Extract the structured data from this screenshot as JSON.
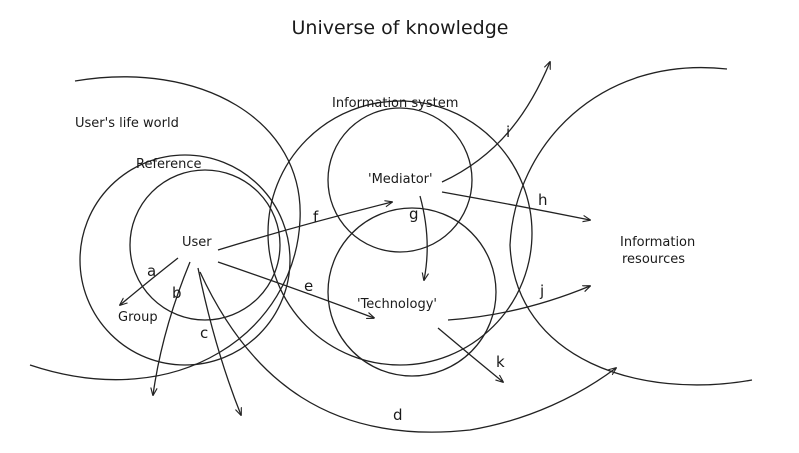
{
  "title": "Universe of knowledge",
  "regions": {
    "life_world": "User's life world",
    "reference": "Reference",
    "user": "User",
    "group": "Group",
    "information_system": "Information system",
    "mediator": "'Mediator'",
    "technology": "'Technology'",
    "information_resources": [
      "Information",
      "resources"
    ]
  },
  "relations": {
    "a": "a",
    "b": "b",
    "c": "c",
    "d": "d",
    "e": "e",
    "f": "f",
    "g": "g",
    "h": "h",
    "i": "i",
    "j": "j",
    "k": "k"
  },
  "colors": {
    "ink": "#222222",
    "background": "#ffffff"
  }
}
